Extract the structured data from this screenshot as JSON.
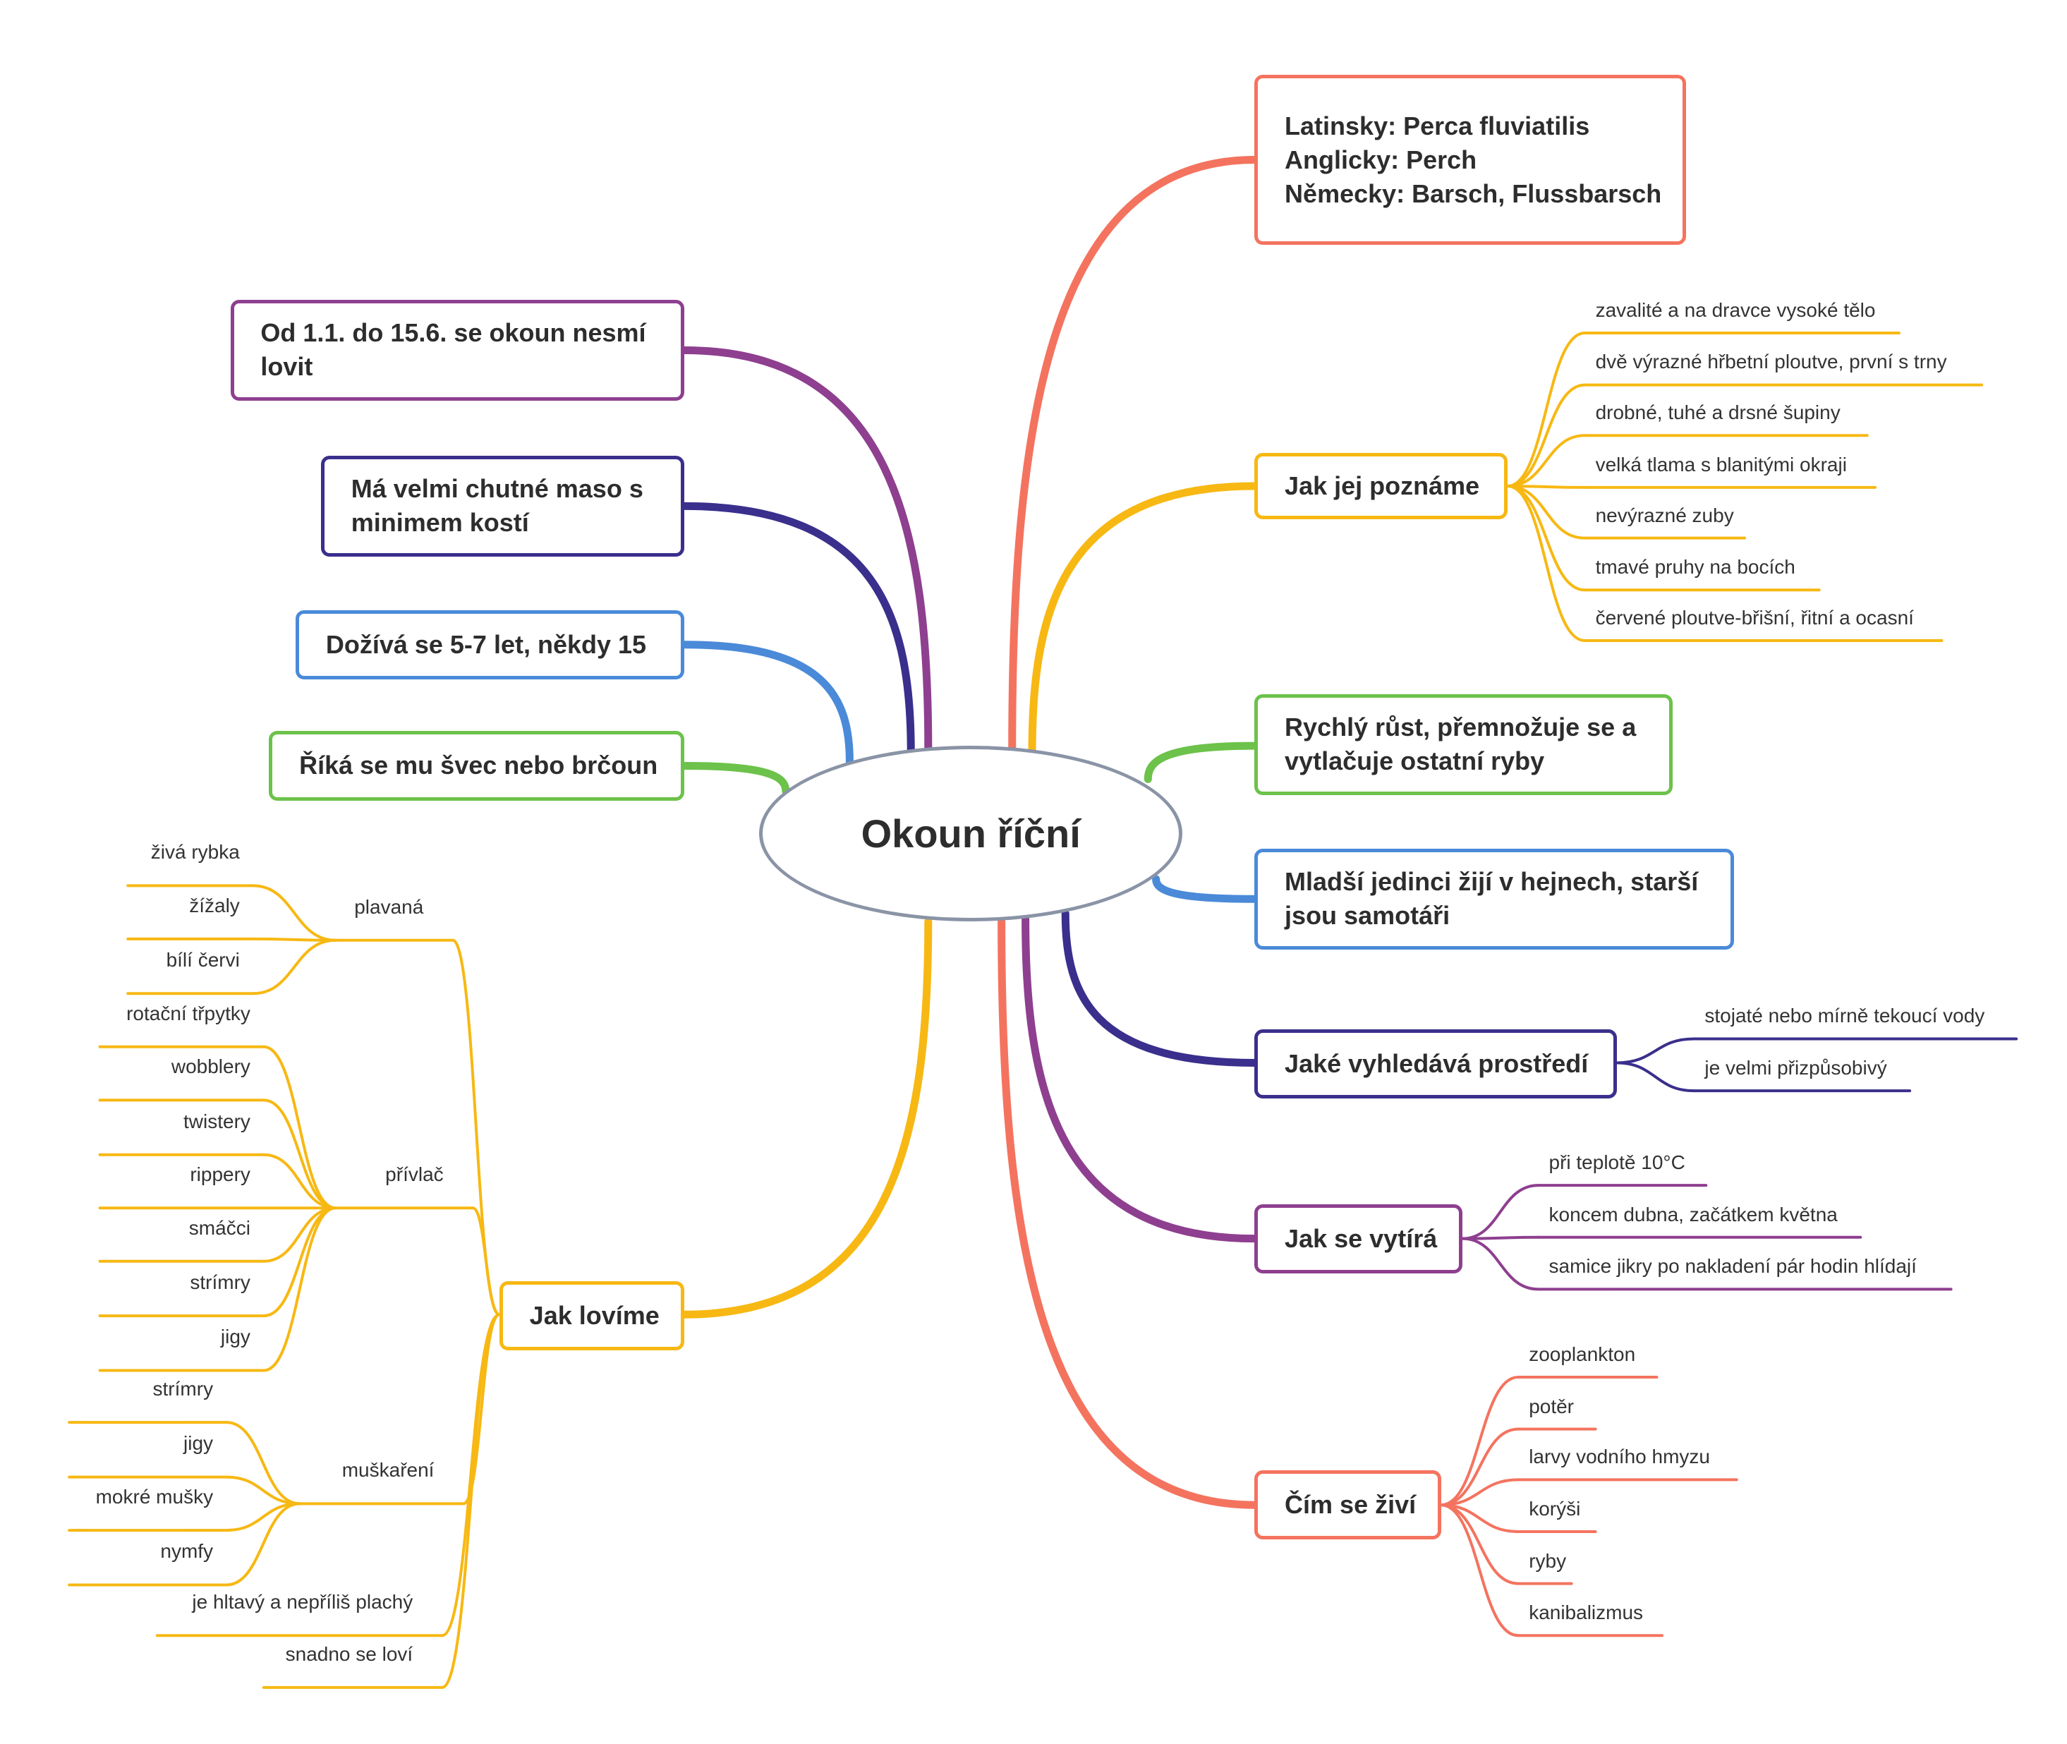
{
  "central": {
    "label": "Okoun říční"
  },
  "colors": {
    "salmon": "#f4735f",
    "yellow": "#f7b813",
    "green": "#6cc24a",
    "blue": "#4a8ad8",
    "navy": "#3a2f8c",
    "purple": "#8e3f8f",
    "central_border": "#8a94a6"
  },
  "right_topics": [
    {
      "id": "names",
      "lines": "Latinsky: Perca fluviatilis\nAnglicky: Perch\nNěmecky: Barsch, Flussbarsch",
      "color": "salmon",
      "children": []
    },
    {
      "id": "recognize",
      "lines": "Jak jej poznáme",
      "color": "yellow",
      "children": [
        "zavalité a na dravce vysoké tělo",
        "dvě výrazné hřbetní ploutve, první s trny",
        "drobné, tuhé a drsné šupiny",
        "velká tlama s blanitými okraji",
        "nevýrazné zuby",
        "tmavé pruhy na bocích",
        "červené ploutve-břišní, řitní a ocasní"
      ]
    },
    {
      "id": "growth",
      "lines": "Rychlý růst, přemnožuje se a\nvytlačuje ostatní ryby",
      "color": "green",
      "children": []
    },
    {
      "id": "schools",
      "lines": "Mladší jedinci žijí v hejnech, starší\njsou samotáři",
      "color": "blue",
      "children": []
    },
    {
      "id": "habitat",
      "lines": "Jaké vyhledává prostředí",
      "color": "navy",
      "children": [
        "stojaté nebo mírně tekoucí vody",
        "je velmi přizpůsobivý"
      ]
    },
    {
      "id": "spawn",
      "lines": "Jak se vytírá",
      "color": "purple",
      "children": [
        "při teplotě 10°C",
        "koncem dubna, začátkem května",
        "samice jikry po nakladení pár hodin hlídají"
      ]
    },
    {
      "id": "food",
      "lines": "Čím se živí",
      "color": "salmon",
      "children": [
        "zooplankton",
        "potěr",
        "larvy vodního hmyzu",
        "korýši",
        "ryby",
        "kanibalizmus"
      ]
    }
  ],
  "left_topics": [
    {
      "id": "season",
      "lines": "Od 1.1. do 15.6. se okoun nesmí\nlovit",
      "color": "purple"
    },
    {
      "id": "meat",
      "lines": "Má velmi chutné maso s\nminimem kostí",
      "color": "navy"
    },
    {
      "id": "age",
      "lines": "Dožívá se 5-7 let, někdy 15",
      "color": "blue"
    },
    {
      "id": "nickname",
      "lines": "Říká se mu švec nebo brčoun",
      "color": "green"
    },
    {
      "id": "fishing",
      "lines": "Jak lovíme",
      "color": "yellow",
      "children": [
        {
          "label": "plavaná",
          "children": [
            "živá rybka",
            "žížaly",
            "bílí červi"
          ]
        },
        {
          "label": "přívlač",
          "children": [
            "rotační třpytky",
            "wobblery",
            "twistery",
            "rippery",
            "smáčci",
            "strímry",
            "jigy"
          ]
        },
        {
          "label": "muškaření",
          "children": [
            "strímry",
            "jigy",
            "mokré mušky",
            "nymfy"
          ]
        },
        {
          "label": "je hltavý a nepříliš plachý",
          "children": []
        },
        {
          "label": "snadno se loví",
          "children": []
        }
      ]
    }
  ]
}
